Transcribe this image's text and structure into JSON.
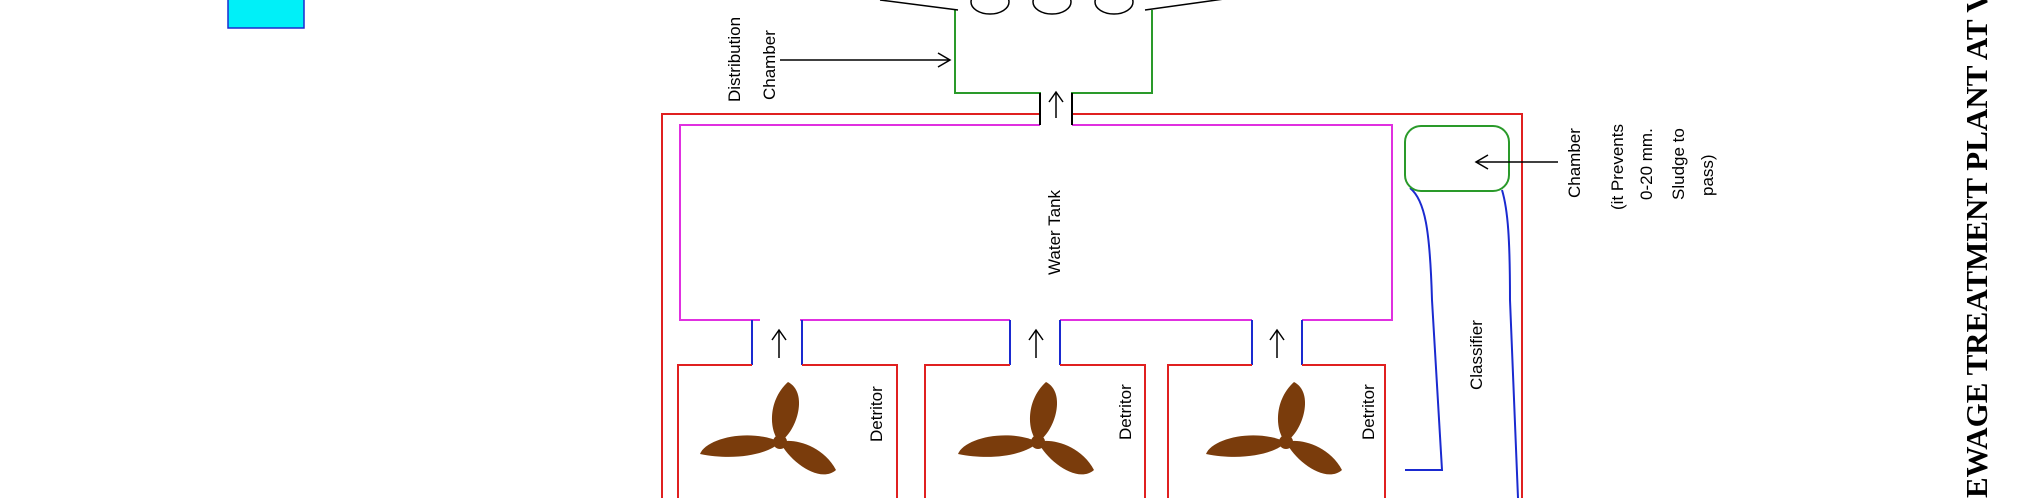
{
  "labels": {
    "distribution_line1": "Distribution",
    "distribution_line2": "Chamber",
    "water_tank": "Water Tank",
    "classifier": "Classifier",
    "chamber_line1": "Chamber",
    "chamber_line2": "(it Prevents",
    "chamber_line3": "0-20 mm.",
    "chamber_line4": "Sludge to",
    "chamber_line5": "pass)",
    "detritor": "Detritor",
    "title": "EWAGE TREATMENT PLANT AT V"
  },
  "colors": {
    "outer": "#e02020",
    "tank": "#e030e0",
    "chamber": "#2a9a2a",
    "classifier": "#1a2ad0",
    "swatch": "#00f0f8",
    "swatch_border": "#1a2ad0",
    "impeller": "#7a3c0c"
  },
  "icons": [
    "arrow-up-icon",
    "arrow-right-icon",
    "impeller-icon"
  ]
}
